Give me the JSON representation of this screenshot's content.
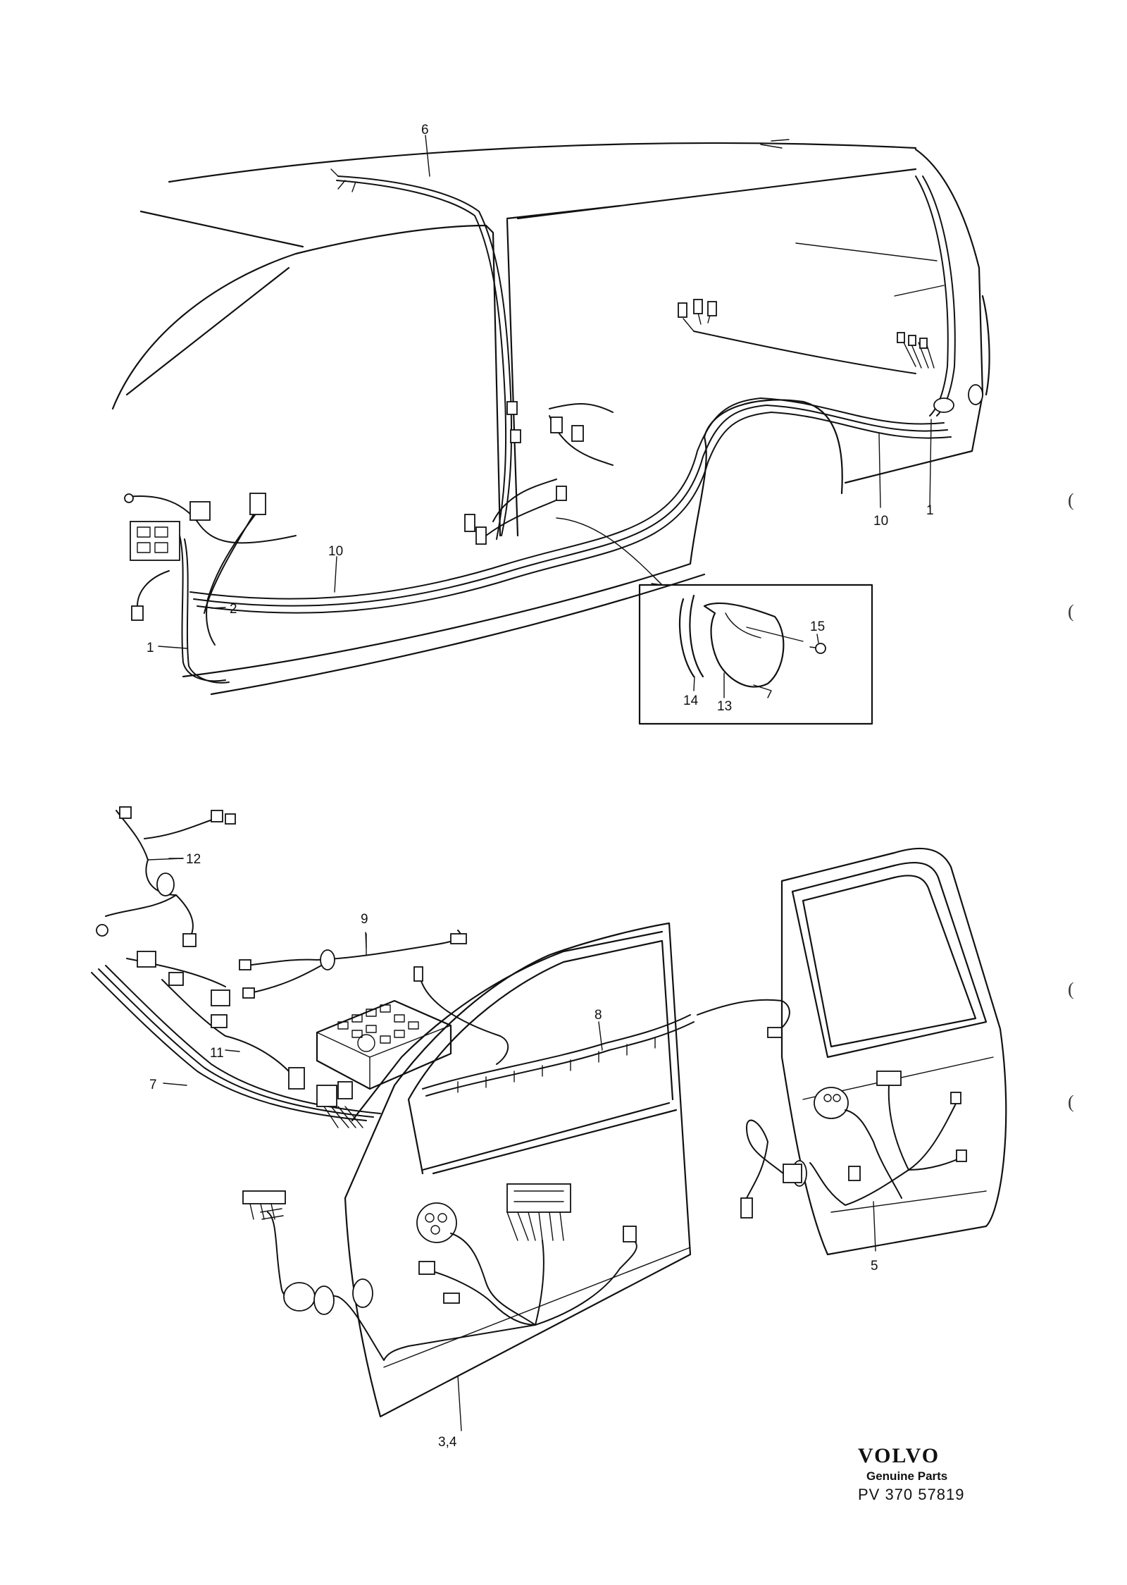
{
  "callouts": {
    "c6": "6",
    "c10_top": "10",
    "c1_top": "1",
    "c10_left": "10",
    "c2": "2",
    "c1_left": "1",
    "c15": "15",
    "c14": "14",
    "c13": "13",
    "c12": "12",
    "c9": "9",
    "c8": "8",
    "c11": "11",
    "c7": "7",
    "c5": "5",
    "c34": "3,4"
  },
  "brand": {
    "logo": "VOLVO",
    "subtitle": "Genuine Parts",
    "code": "PV 370 57819"
  },
  "margin_marks": [
    "(",
    "(",
    "(",
    "("
  ]
}
